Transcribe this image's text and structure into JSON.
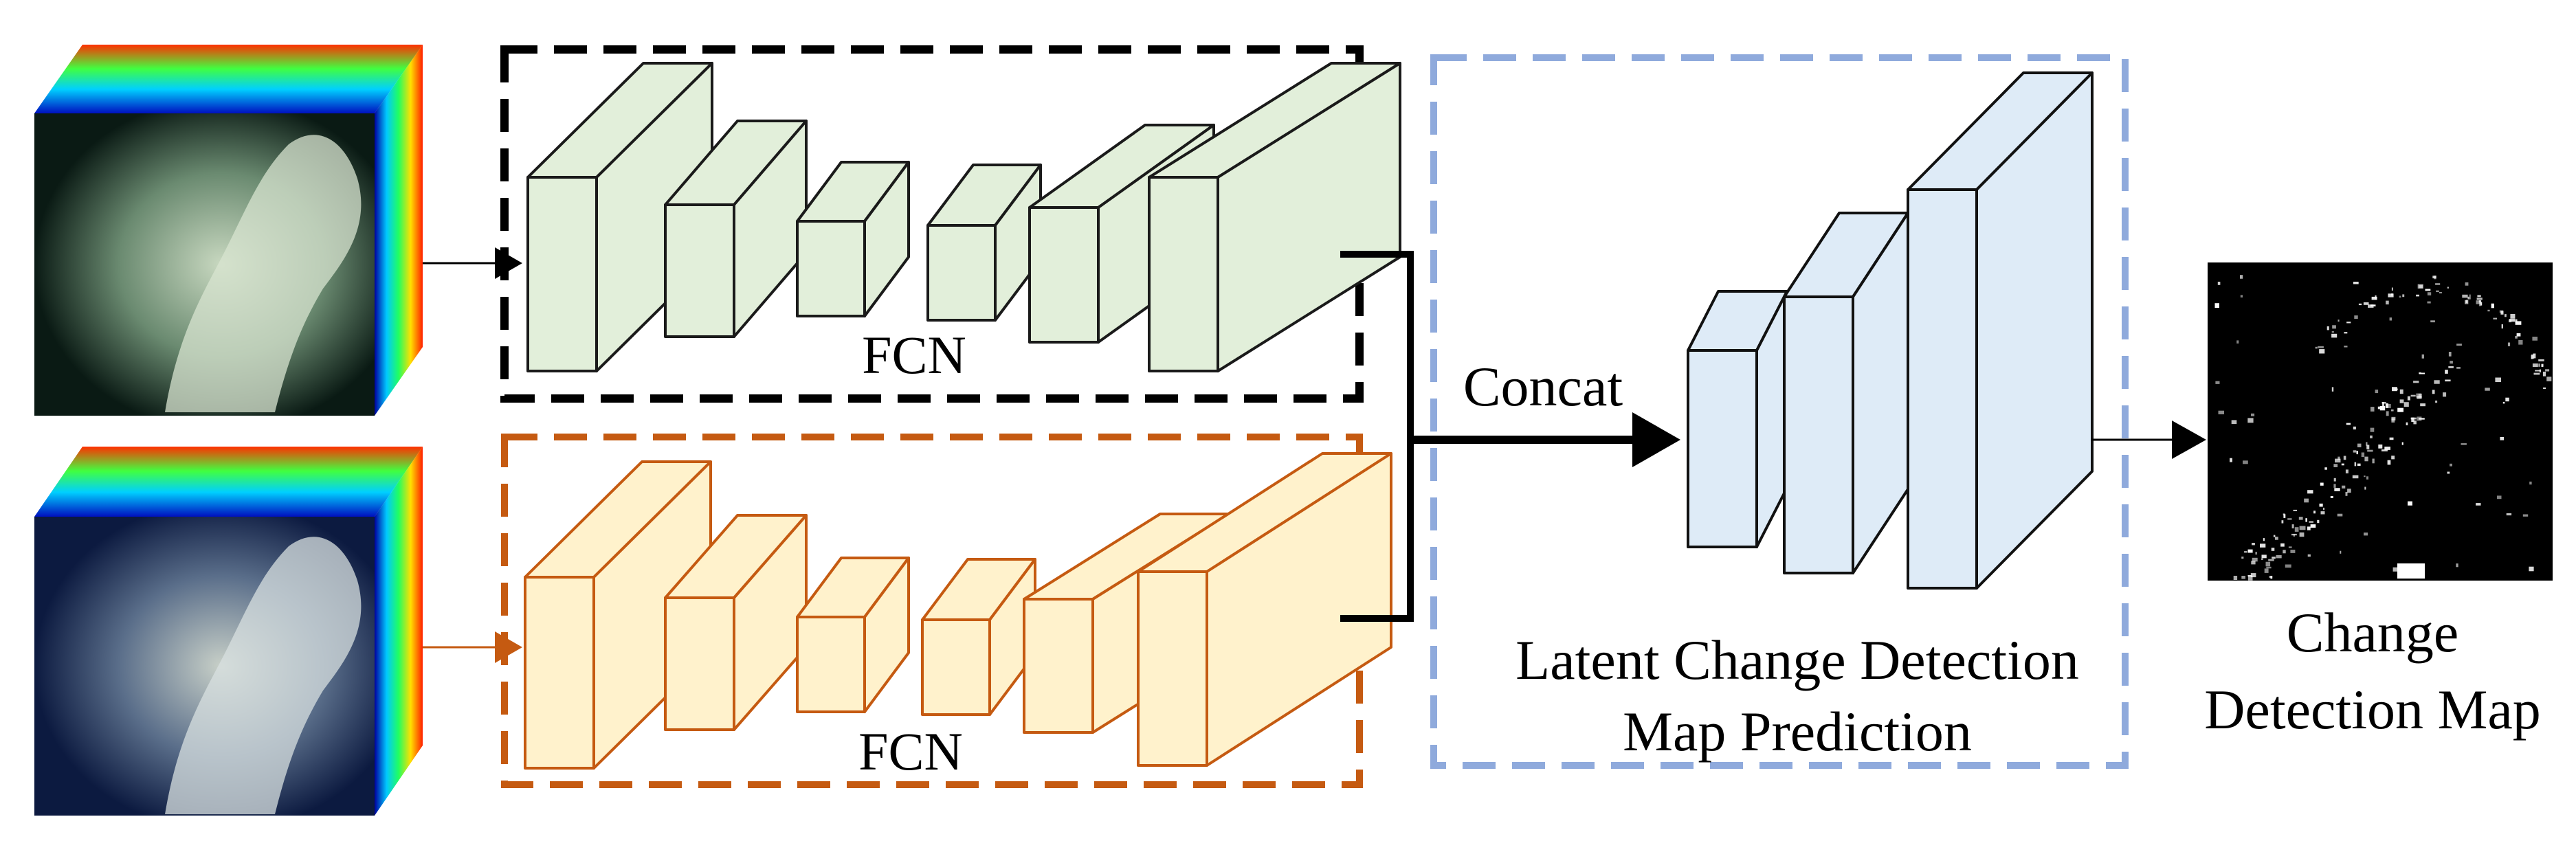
{
  "encoders": [
    {
      "label": "FCN",
      "border_color": "#000000",
      "face_color": "#e2efda",
      "stroke_color": "#1a1a1a"
    },
    {
      "label": "FCN",
      "border_color": "#c55a11",
      "face_color": "#fff2cc",
      "stroke_color": "#c55a11"
    }
  ],
  "fusion": {
    "label": "Concat"
  },
  "decoder": {
    "label_line1": "Latent Change Detection",
    "label_line2": "Map Prediction",
    "border_color": "#8faadc",
    "face_color": "#deebf7"
  },
  "output": {
    "label_line1": "Change",
    "label_line2": "Detection Map"
  },
  "inputs": [
    {
      "name": "hyperspectral-cube-t1",
      "arrow_color": "#000000"
    },
    {
      "name": "hyperspectral-cube-t2",
      "arrow_color": "#c55a11"
    }
  ]
}
